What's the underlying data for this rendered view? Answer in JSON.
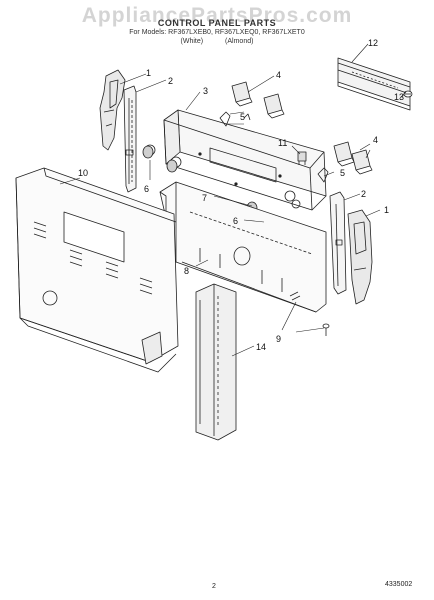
{
  "header": {
    "title": "CONTROL PANEL PARTS",
    "subtitle": "For Models: RF367LXEB0, RF367LXEQ0, RF367LXET0",
    "color_codes": [
      "(White)",
      "(Almond)"
    ]
  },
  "watermark": "AppliancePartsPros.com",
  "callouts": {
    "c1a": "1",
    "c2a": "2",
    "c3": "3",
    "c4a": "4",
    "c5a": "5",
    "c6a": "6",
    "c7": "7",
    "c6b": "6",
    "c8": "8",
    "c9": "9",
    "c10": "10",
    "c11": "11",
    "c12": "12",
    "c13": "13",
    "c4b": "4",
    "c5b": "5",
    "c2b": "2",
    "c1b": "1",
    "c14": "14"
  },
  "footer": {
    "page_number": "2",
    "document_number": "4335002"
  }
}
